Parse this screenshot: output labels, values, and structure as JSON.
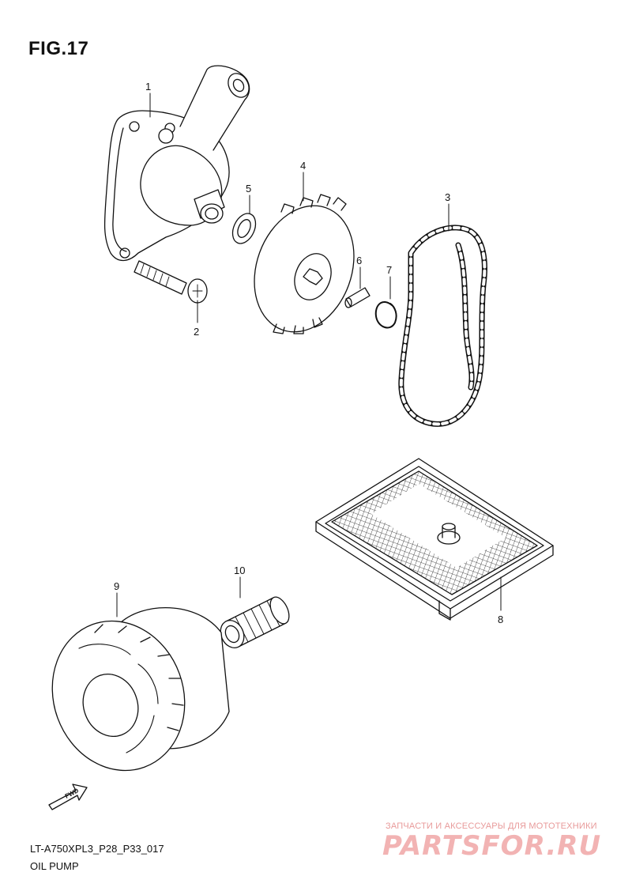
{
  "figure": {
    "title": "FIG.17",
    "code": "LT-A750XPL3_P28_P33_017",
    "caption": "OIL PUMP"
  },
  "parts": [
    {
      "number": "1",
      "name": "oil-pump-assembly"
    },
    {
      "number": "2",
      "name": "bolt"
    },
    {
      "number": "3",
      "name": "oil-pump-drive-chain"
    },
    {
      "number": "4",
      "name": "oil-pump-driven-gear"
    },
    {
      "number": "5",
      "name": "washer"
    },
    {
      "number": "6",
      "name": "pin"
    },
    {
      "number": "7",
      "name": "circlip"
    },
    {
      "number": "8",
      "name": "oil-strainer"
    },
    {
      "number": "9",
      "name": "oil-filter"
    },
    {
      "number": "10",
      "name": "oil-filter-union"
    }
  ],
  "direction_marker": {
    "label": "FWD"
  },
  "watermark": {
    "line1": "ЗАПЧАСТИ И АКСЕССУАРЫ ДЛЯ МОТОТЕХНИКИ",
    "logo": "PARTSFOR.RU"
  }
}
